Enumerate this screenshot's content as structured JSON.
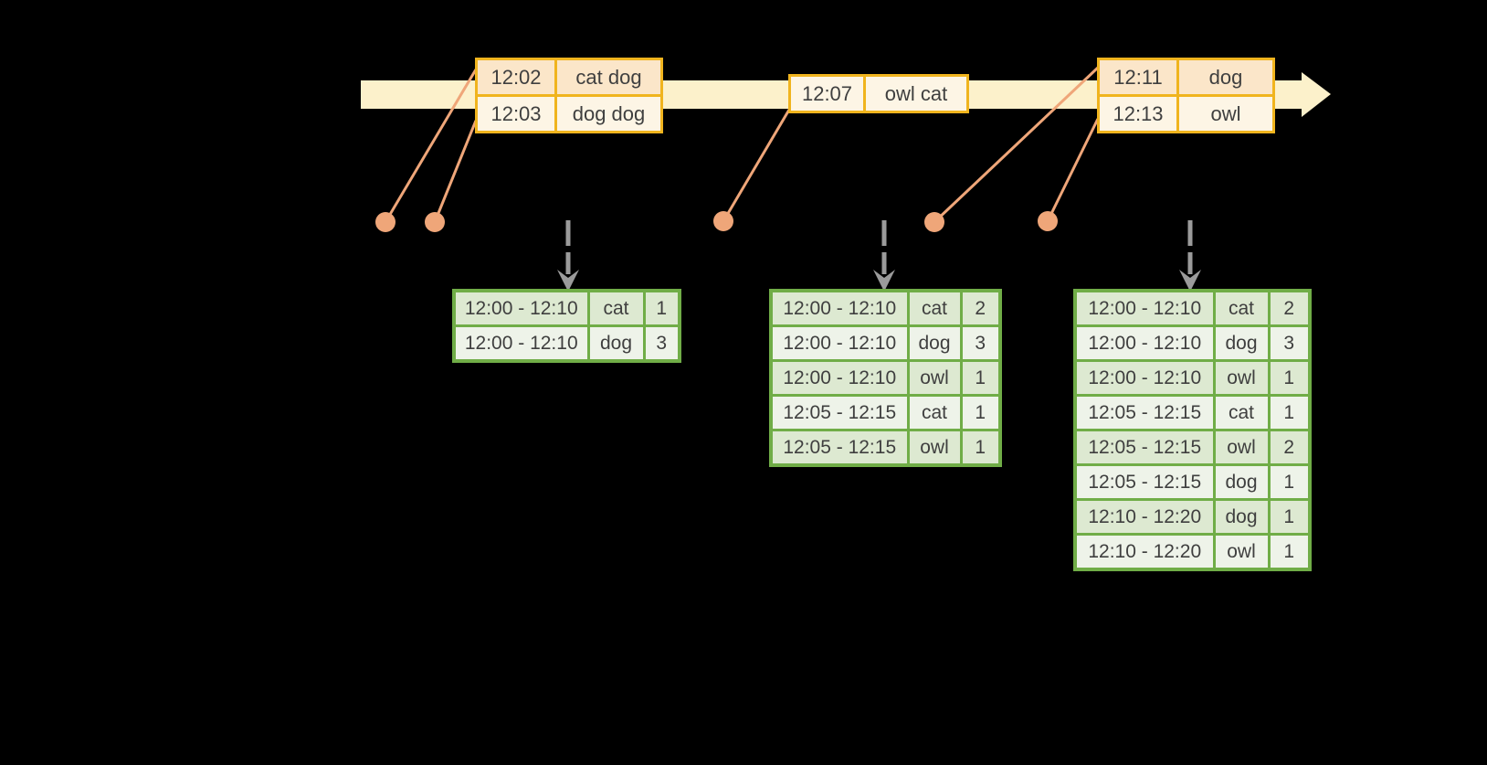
{
  "colors": {
    "background": "#000000",
    "timeline_band": "#FCF1CB",
    "event_border": "#F0B41E",
    "event_row_dark": "#FBE6C9",
    "event_row_light": "#FDF5E5",
    "connector": "#EFA679",
    "result_border": "#70AD47",
    "result_row_dark": "#DDE9D1",
    "result_row_light": "#EEF3E9",
    "trigger_arrow": "#9B9B9B",
    "text": "#3F3F3F"
  },
  "event_tables": [
    {
      "name": "events-12-02",
      "rows": [
        [
          "12:02",
          "cat dog"
        ],
        [
          "12:03",
          "dog dog"
        ]
      ]
    },
    {
      "name": "events-12-07",
      "rows": [
        [
          "12:07",
          "owl cat"
        ]
      ]
    },
    {
      "name": "events-12-11",
      "rows": [
        [
          "12:11",
          "dog"
        ],
        [
          "12:13",
          "owl"
        ]
      ]
    }
  ],
  "result_tables": [
    {
      "name": "result-table-1",
      "rows": [
        [
          "12:00 - 12:10",
          "cat",
          "1"
        ],
        [
          "12:00 - 12:10",
          "dog",
          "3"
        ]
      ]
    },
    {
      "name": "result-table-2",
      "rows": [
        [
          "12:00 - 12:10",
          "cat",
          "2"
        ],
        [
          "12:00 - 12:10",
          "dog",
          "3"
        ],
        [
          "12:00 - 12:10",
          "owl",
          "1"
        ],
        [
          "12:05 - 12:15",
          "cat",
          "1"
        ],
        [
          "12:05 - 12:15",
          "owl",
          "1"
        ]
      ]
    },
    {
      "name": "result-table-3",
      "rows": [
        [
          "12:00 - 12:10",
          "cat",
          "2"
        ],
        [
          "12:00 - 12:10",
          "dog",
          "3"
        ],
        [
          "12:00 - 12:10",
          "owl",
          "1"
        ],
        [
          "12:05 - 12:15",
          "cat",
          "1"
        ],
        [
          "12:05 - 12:15",
          "owl",
          "2"
        ],
        [
          "12:05 - 12:15",
          "dog",
          "1"
        ],
        [
          "12:10 - 12:20",
          "dog",
          "1"
        ],
        [
          "12:10 - 12:20",
          "owl",
          "1"
        ]
      ]
    }
  ]
}
